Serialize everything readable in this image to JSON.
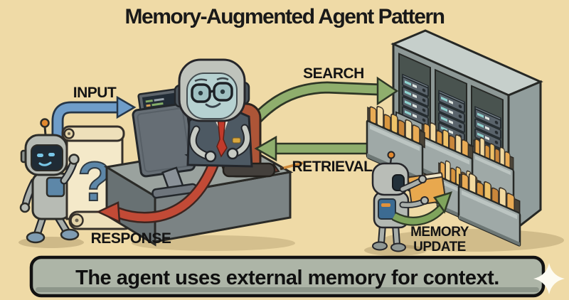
{
  "title": "Memory-Augmented Agent Pattern",
  "labels": {
    "input": "INPUT",
    "search": "SEARCH",
    "retrieval": "RETRIEVAL",
    "response": "RESPONSE",
    "memory_update_line1": "MEMORY",
    "memory_update_line2": "UPDATE"
  },
  "scroll": {
    "question_mark": "?"
  },
  "caption": "The agent uses external memory for context.",
  "colors": {
    "background": "#efdaa6",
    "title_text": "#191919",
    "label_text": "#141414",
    "input_arrow": "#6f9dc9",
    "search_arrow": "#8fae6d",
    "retrieval_arrow": "#8fae6d",
    "response_arrow": "#c24a36",
    "memory_arrow": "#7fa45c",
    "caption_bar": "#adb5a7"
  },
  "scene": {
    "elements": [
      "user-robot-icon",
      "question-scroll-icon",
      "agent-at-desk-icon",
      "dual-monitor-icon",
      "office-chair-icon",
      "memory-cabinet-icon",
      "server-rack-icon",
      "folder-drawer-icon",
      "filing-robot-icon",
      "memory-folder-icon",
      "sparkle-icon"
    ]
  }
}
